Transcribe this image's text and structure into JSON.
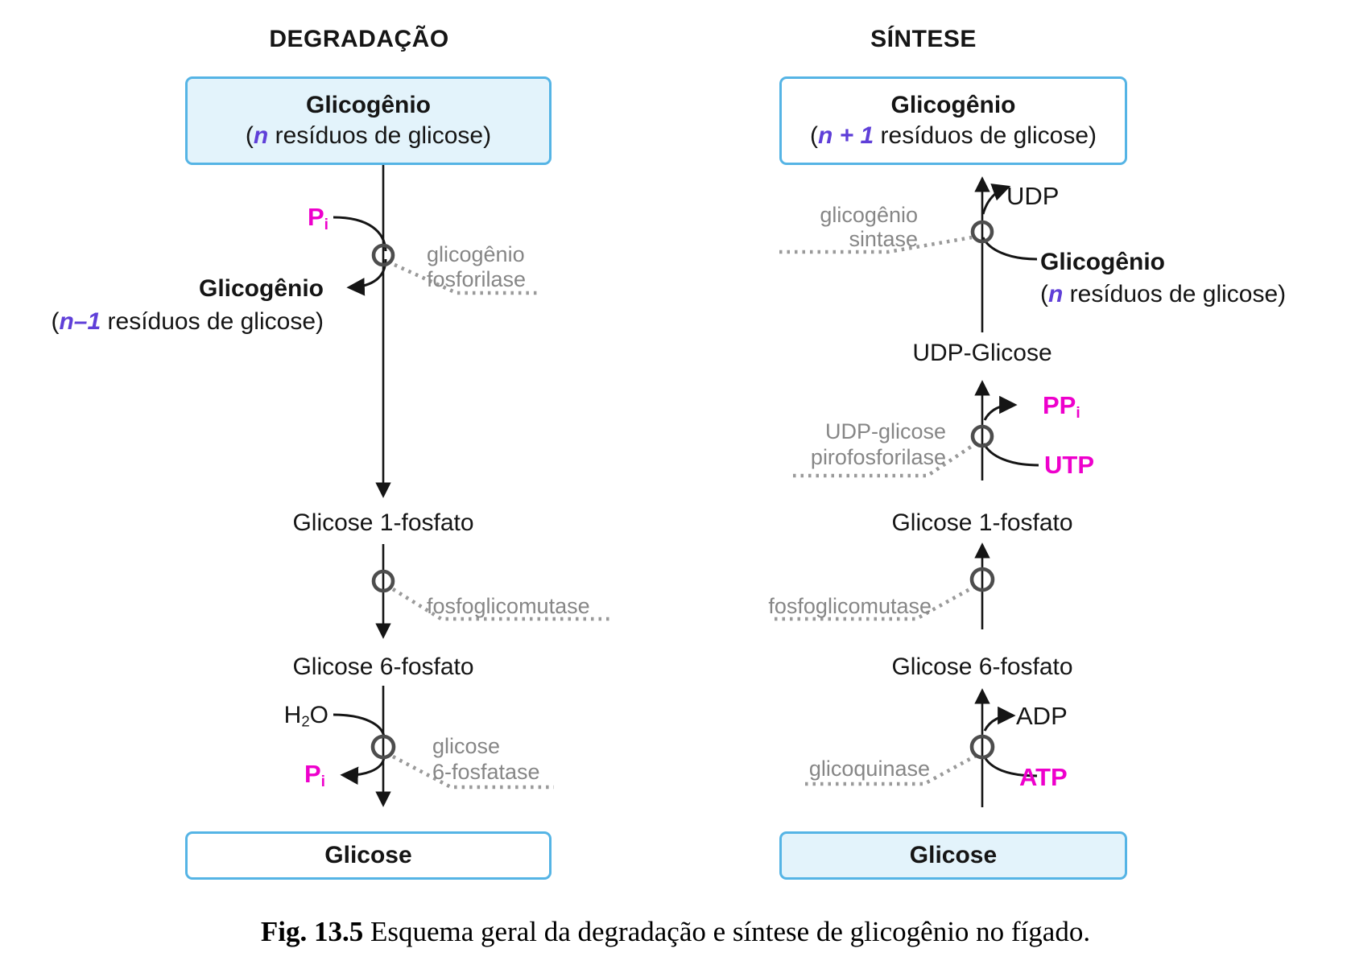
{
  "colors": {
    "magenta": "#ee00cc",
    "purple": "#5f3fd8",
    "boxBorder": "#55b4e5",
    "boxFillLight": "#e3f3fb",
    "enzGray": "#868686",
    "ink": "#151515"
  },
  "titles": {
    "left": "DEGRADAÇÃO",
    "right": "SÍNTESE"
  },
  "left": {
    "top_box": {
      "name": "Glicogênio",
      "paren_open": "(",
      "n": "n",
      "rest": " resíduos de glicose)"
    },
    "pi_in": {
      "base": "P",
      "sub": "i"
    },
    "product": {
      "name": "Glicogênio",
      "paren_open": "(",
      "n": "n–1",
      "rest": " resíduos de glicose)"
    },
    "enzyme_phosphorylase": {
      "line1": "glicogênio",
      "line2": "fosforilase"
    },
    "g1p": "Glicose 1-fosfato",
    "enzyme_mutase": "fosfoglicomutase",
    "g6p": "Glicose 6-fosfato",
    "h2o": {
      "pre": "H",
      "sub": "2",
      "post": "O"
    },
    "pi_out": {
      "base": "P",
      "sub": "i"
    },
    "enzyme_phosphatase": {
      "line1": "glicose",
      "line2": "6-fosfatase"
    },
    "bottom_box": "Glicose"
  },
  "right": {
    "top_box": {
      "name": "Glicogênio",
      "paren_open": "(",
      "n": "n + 1",
      "rest": " resíduos de glicose)"
    },
    "udp": "UDP",
    "substrate": {
      "name": "Glicogênio",
      "paren_open": "(",
      "n": "n",
      "rest": " resíduos de glicose)"
    },
    "enzyme_synthase": {
      "line1": "glicogênio",
      "line2": "sintase"
    },
    "udp_glucose": "UDP-Glicose",
    "enzyme_pyrophosphorylase": {
      "line1": "UDP-glicose",
      "line2": "pirofosforilase"
    },
    "ppi": {
      "base": "PP",
      "sub": "i"
    },
    "utp": "UTP",
    "g1p": "Glicose 1-fosfato",
    "enzyme_mutase": "fosfoglicomutase",
    "g6p": "Glicose 6-fosfato",
    "adp": "ADP",
    "atp": "ATP",
    "enzyme_glucokinase": "glicoquinase",
    "bottom_box": "Glicose"
  },
  "caption": {
    "label": "Fig. 13.5",
    "text": " Esquema geral da degradação e síntese de glicogênio no fígado."
  }
}
